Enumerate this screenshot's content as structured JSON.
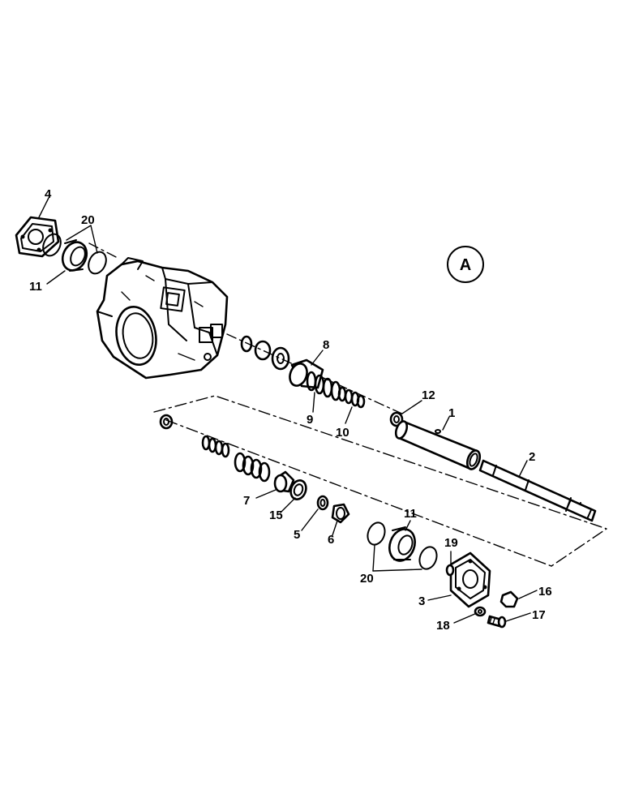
{
  "diagram": {
    "view_marker": "A",
    "labels": {
      "l1": "1",
      "l2": "2",
      "l3": "3",
      "l4": "4",
      "l5": "5",
      "l6": "6",
      "l7": "7",
      "l8": "8",
      "l9": "9",
      "l10": "10",
      "l11a": "11",
      "l11b": "11",
      "l12": "12",
      "l15": "15",
      "l16": "16",
      "l17": "17",
      "l18": "18",
      "l19": "19",
      "l20a": "20",
      "l20b": "20"
    }
  }
}
